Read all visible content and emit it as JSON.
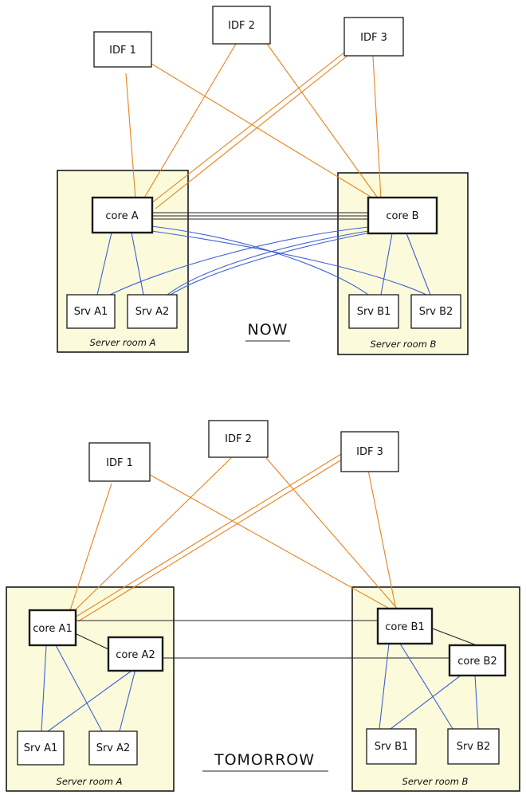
{
  "now": {
    "title": "NOW",
    "idf": [
      "IDF 1",
      "IDF 2",
      "IDF 3"
    ],
    "core_a": "core A",
    "core_b": "core B",
    "srv_a1": "Srv A1",
    "srv_a2": "Srv A2",
    "srv_b1": "Srv B1",
    "srv_b2": "Srv B2",
    "room_a": "Server room A",
    "room_b": "Server room B"
  },
  "tomorrow": {
    "title": "TOMORROW",
    "idf": [
      "IDF 1",
      "IDF 2",
      "IDF 3"
    ],
    "core_a1": "core A1",
    "core_a2": "core A2",
    "core_b1": "core B1",
    "core_b2": "core B2",
    "srv_a1": "Srv A1",
    "srv_a2": "Srv A2",
    "srv_b1": "Srv B1",
    "srv_b2": "Srv B2",
    "room_a": "Server room A",
    "room_b": "Server room B"
  },
  "colors": {
    "uplink": "#e8821c",
    "server_link": "#3f5fd6",
    "core_link": "#222222",
    "room_fill": "#fbfbdc"
  }
}
